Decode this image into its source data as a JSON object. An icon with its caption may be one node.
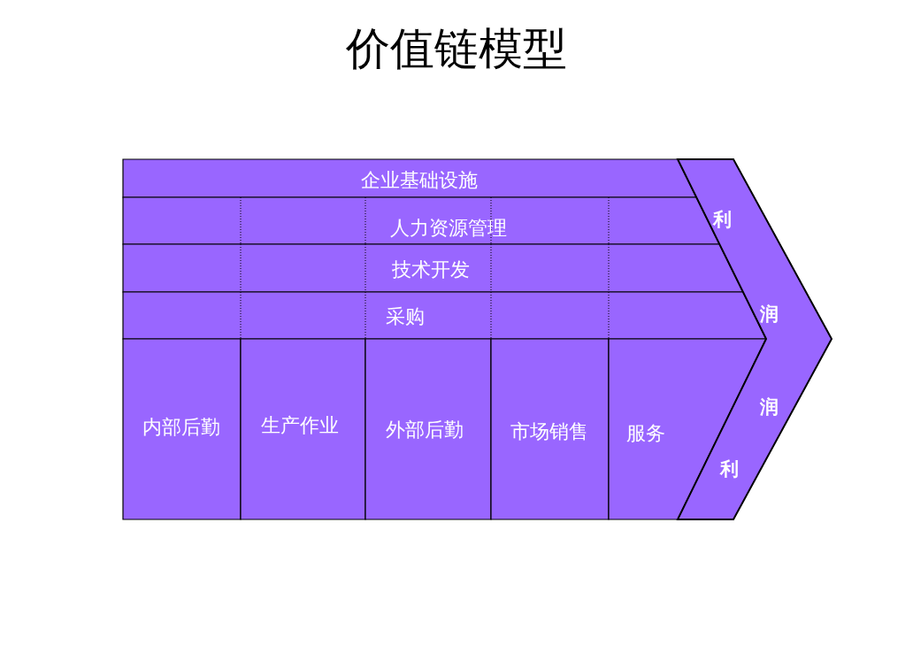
{
  "diagram": {
    "title": "价值链模型",
    "nodes": [
      {
        "text": [
          "企业基础设施"
        ]
      },
      {
        "text": [
          "人力资源管理"
        ]
      },
      {
        "text": [
          "技术开发"
        ]
      },
      {
        "text": [
          "采购"
        ]
      },
      {
        "text": [
          "内部后勤"
        ]
      },
      {
        "text": [
          "生产作业"
        ]
      },
      {
        "text": [
          "外部后勤"
        ]
      },
      {
        "text": [
          "市场销售"
        ]
      },
      {
        "text": [
          "服务"
        ]
      },
      {
        "text": [
          "利",
          "润",
          "润",
          "利"
        ]
      }
    ]
  }
}
